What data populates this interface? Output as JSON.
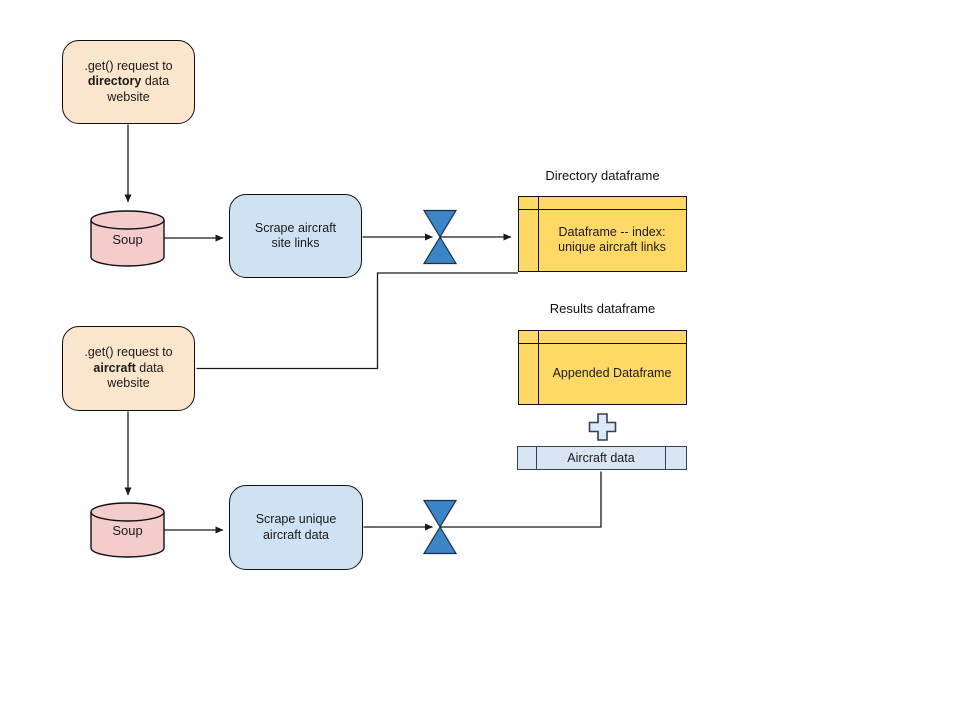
{
  "colors": {
    "request_fill": "#FCE5CD",
    "soup_fill": "#F4CCCC",
    "process_fill": "#CFE2F3",
    "dataframe_fill": "#FFD966",
    "valve_fill": "#3D85C6",
    "valve_stroke": "#15314B",
    "row_fill": "#D9E5F2",
    "plus_fill": "#DCE9F7",
    "plus_stroke": "#36414F",
    "line": "#1a1a1a"
  },
  "nodes": {
    "request_directory": {
      "line1": ".get() request to",
      "bold_word": "directory",
      "line2_rest": " data",
      "line3": "website"
    },
    "soup_directory": {
      "label": "Soup"
    },
    "scrape_links": {
      "label": "Scrape aircraft site links"
    },
    "directory_dataframe": {
      "title": "Directory dataframe",
      "label": "Dataframe -- index: unique aircraft links"
    },
    "request_aircraft": {
      "line1": ".get() request to",
      "bold_word": "aircraft",
      "line2_rest": " data",
      "line3": "website"
    },
    "soup_aircraft": {
      "label": "Soup"
    },
    "scrape_aircraft": {
      "label": "Scrape unique aircraft data"
    },
    "results_dataframe": {
      "title": "Results dataframe",
      "label": "Appended Dataframe"
    },
    "aircraft_data_row": {
      "label": "Aircraft data"
    }
  }
}
